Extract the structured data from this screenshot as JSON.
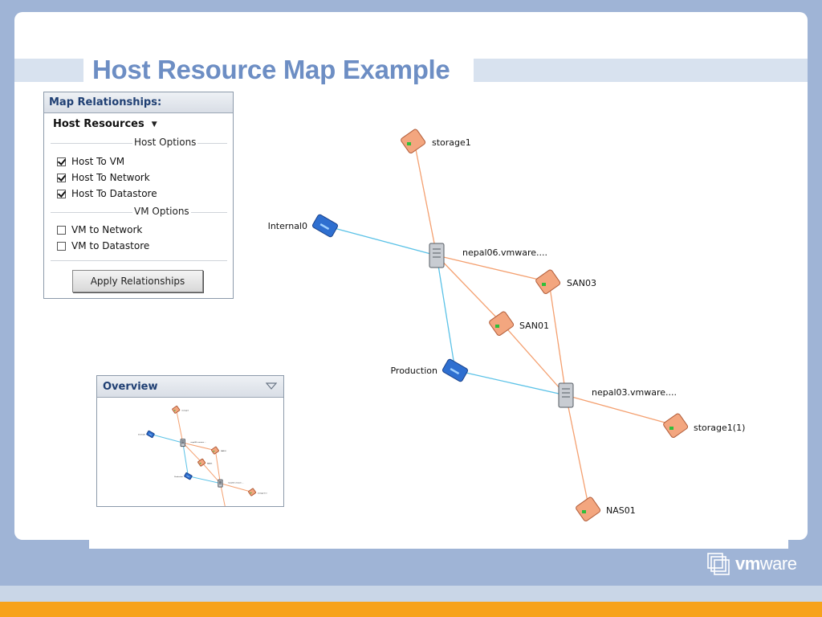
{
  "slide": {
    "title": "Host Resource Map Example"
  },
  "colors": {
    "title": "#6d8ec4",
    "network_edge": "#5bc2e7",
    "storage_edge": "#f4a070",
    "storage_fill": "#f3a67f",
    "network_fill": "#2e6fd0",
    "host_fill": "#c8ccd2",
    "orange_band": "#f7a21b"
  },
  "map_panel": {
    "header": "Map Relationships:",
    "dropdown_value": "Host Resources",
    "host_options_label": "Host Options",
    "host_options": [
      {
        "label": "Host To VM",
        "checked": true
      },
      {
        "label": "Host To Network",
        "checked": true
      },
      {
        "label": "Host To Datastore",
        "checked": true
      }
    ],
    "vm_options_label": "VM Options",
    "vm_options": [
      {
        "label": "VM to Network",
        "checked": false
      },
      {
        "label": "VM to Datastore",
        "checked": false
      }
    ],
    "apply_button": "Apply Relationships"
  },
  "overview_panel": {
    "header": "Overview"
  },
  "graph": {
    "nodes": [
      {
        "id": "storage1",
        "label": "storage1",
        "kind": "datastore",
        "icon": "datastore-icon"
      },
      {
        "id": "internal0",
        "label": "Internal0",
        "kind": "network",
        "icon": "network-switch-icon"
      },
      {
        "id": "nepal06",
        "label": "nepal06.vmware....",
        "kind": "host",
        "icon": "host-server-icon"
      },
      {
        "id": "san03",
        "label": "SAN03",
        "kind": "datastore",
        "icon": "datastore-icon"
      },
      {
        "id": "san01",
        "label": "SAN01",
        "kind": "datastore",
        "icon": "datastore-icon"
      },
      {
        "id": "production",
        "label": "Production",
        "kind": "network",
        "icon": "network-switch-icon"
      },
      {
        "id": "nepal03",
        "label": "nepal03.vmware....",
        "kind": "host",
        "icon": "host-server-icon"
      },
      {
        "id": "storage1_1",
        "label": "storage1(1)",
        "kind": "datastore",
        "icon": "datastore-icon"
      },
      {
        "id": "nas01",
        "label": "NAS01",
        "kind": "datastore",
        "icon": "datastore-icon"
      }
    ],
    "edges": [
      {
        "from": "nepal06",
        "to": "storage1",
        "kind": "storage"
      },
      {
        "from": "nepal06",
        "to": "internal0",
        "kind": "network"
      },
      {
        "from": "nepal06",
        "to": "san03",
        "kind": "storage"
      },
      {
        "from": "nepal06",
        "to": "san01",
        "kind": "storage"
      },
      {
        "from": "nepal06",
        "to": "production",
        "kind": "network"
      },
      {
        "from": "nepal03",
        "to": "production",
        "kind": "network"
      },
      {
        "from": "nepal03",
        "to": "san03",
        "kind": "storage"
      },
      {
        "from": "nepal03",
        "to": "san01",
        "kind": "storage"
      },
      {
        "from": "nepal03",
        "to": "storage1_1",
        "kind": "storage"
      },
      {
        "from": "nepal03",
        "to": "nas01",
        "kind": "storage"
      }
    ]
  },
  "logo": {
    "icon": "vmware-logo-icon",
    "bold": "vm",
    "rest": "ware"
  }
}
